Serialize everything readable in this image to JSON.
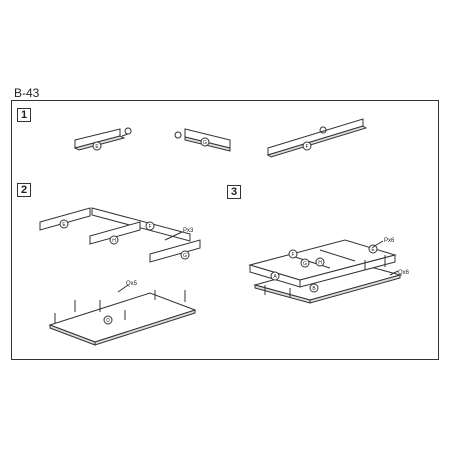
{
  "sheet_code": "B-43",
  "steps": [
    {
      "number": "1"
    },
    {
      "number": "2"
    },
    {
      "number": "3"
    }
  ],
  "labels": {
    "part_e": "E",
    "part_g": "G",
    "part_f": "F",
    "part_h": "H",
    "part_d": "D",
    "part_a": "A",
    "part_b": "B",
    "part_e_right": "E"
  },
  "hardware": {
    "p_x3": "Px3",
    "q_x5": "Qx5",
    "p_x6": "Px6",
    "q_x6": "Qx6"
  }
}
